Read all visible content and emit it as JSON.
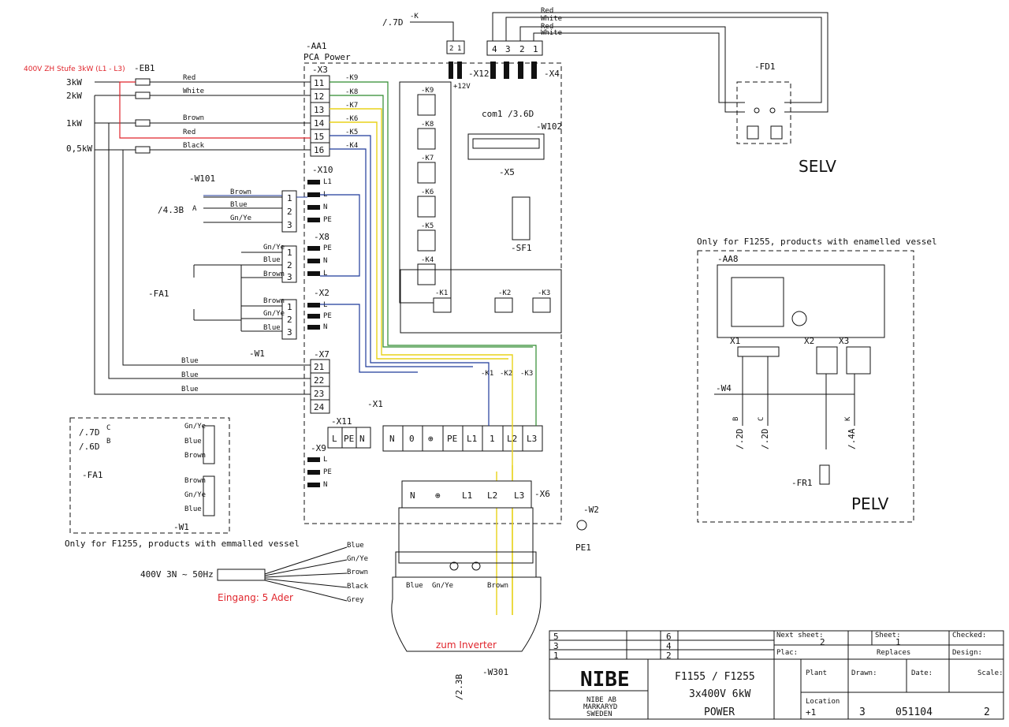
{
  "note_heater": "400V ZH Stufe 3kW (L1 - L3)",
  "note_input": "Eingang: 5 Ader",
  "note_inverter": "zum Inverter",
  "labels": {
    "ref_7D_top": "/.7D",
    "k_top": "-K",
    "x12": "-X12",
    "x4": "-X4",
    "x4_pins": [
      "4",
      "3",
      "2",
      "1"
    ],
    "x12_pins": [
      "2",
      "1"
    ],
    "selv_wires": [
      "Red",
      "White",
      "Red",
      "White"
    ],
    "aa1": "-AA1",
    "pca": "PCA Power",
    "x3": "-X3",
    "eb1": "-EB1",
    "eb1_taps": [
      "3kW",
      "2kW",
      "1kW",
      "0,5kW"
    ],
    "eb1_colors": [
      "Red",
      "White",
      "Brown",
      "Red",
      "Black"
    ],
    "x3_pins": [
      "11",
      "12",
      "13",
      "14",
      "15",
      "16"
    ],
    "relays": [
      "-K9",
      "-K8",
      "-K7",
      "-K6",
      "-K5",
      "-K4"
    ],
    "v12": "+12V",
    "com1": "com1 /3.6D",
    "w102": "-W102",
    "x5": "-X5",
    "sf1": "-SF1",
    "fd1": "-FD1",
    "selv": "SELV",
    "x10": "-X10",
    "w101": "-W101",
    "ref_4_3B": "/4.3B",
    "a": "A",
    "x10_colors": [
      "Brown",
      "Blue",
      "Gn/Ye"
    ],
    "x10_pins": [
      "L1",
      "L",
      "N",
      "PE"
    ],
    "x8": "-X8",
    "x8_colors": [
      "Gn/Ye",
      "Blue",
      "Brown"
    ],
    "x2": "-X2",
    "x2_colors": [
      "Brown",
      "Gn/Ye",
      "Blue"
    ],
    "fa1": "-FA1",
    "w1": "-W1",
    "x7": "-X7",
    "x7_pins": [
      "21",
      "22",
      "23",
      "24"
    ],
    "x7_colors": [
      "Blue",
      "Blue",
      "Blue"
    ],
    "x1": "-X1",
    "x1_pins": [
      "N",
      "0",
      "⊕",
      "PE",
      "L1",
      "1",
      "L2",
      "L3"
    ],
    "k_refs": [
      "-K1",
      "-K2",
      "-K3"
    ],
    "x11": "-X11",
    "x11_pins": [
      "L",
      "PE",
      "N"
    ],
    "x9": "-X9",
    "x9_pins": [
      "L",
      "PE",
      "N"
    ],
    "k1": "-K1",
    "k2": "-K2",
    "k3": "-K3",
    "x6": "-X6",
    "x6_pins": [
      "N",
      "⊕",
      "L1",
      "L2",
      "L3"
    ],
    "w2": "-W2",
    "pe1": "PE1",
    "fa1_lower": "-FA1",
    "ref_7D": "/.7D",
    "ref_6D": "/.6D",
    "c": "C",
    "b": "B",
    "fa1_lower_colors": [
      "Gn/Ye",
      "Blue",
      "Brown",
      "Brown",
      "Gn/Ye",
      "Blue"
    ],
    "w1_lower": "-W1",
    "note_emmalled": "Only for F1255, products with emmalled vessel",
    "supply": "400V 3N ~ 50Hz",
    "supply_colors": [
      "Blue",
      "Gn/Ye",
      "Brown",
      "Black",
      "Grey"
    ],
    "inv_colors": [
      "Blue",
      "Gn/Ye",
      "Brown"
    ],
    "w301": "-W301",
    "ref_2_3B": "/2.3B",
    "note_enamelled": "Only for F1255, products with enamelled vessel",
    "aa8": "-AA8",
    "aa8_x": [
      "X1",
      "X2",
      "X3"
    ],
    "w4": "-W4",
    "w4_refs": [
      "/.2D",
      "/.2D",
      "/.4A"
    ],
    "w4_letters": [
      "B",
      "C",
      "K"
    ],
    "fr1": "-FR1",
    "pelv": "PELV"
  },
  "title_block": {
    "rev_left": [
      "5",
      "3",
      "1"
    ],
    "rev_mid": [
      "6",
      "4",
      "2"
    ],
    "next_sheet_label": "Next sheet:",
    "next_sheet": "2",
    "sheet_label": "Sheet:",
    "sheet": "1",
    "checked_label": "Checked:",
    "plac_label": "Plac:",
    "replaces_label": "Replaces",
    "design_label": "Design:",
    "plant_label": "Plant",
    "drawn_label": "Drawn:",
    "date_label": "Date:",
    "scale_label": "Scale:",
    "brand": "NIBE",
    "company": [
      "NIBE AB",
      "MARKARYD",
      "SWEDEN"
    ],
    "model": "F1155 / F1255",
    "spec": "3x400V 6kW",
    "subject": "POWER",
    "location_label": "Location",
    "location": "+1",
    "drawing_a": "3",
    "drawing_no": "051104",
    "drawing_sheet": "2"
  },
  "colors": {
    "blue_wire": "#1f3a9a",
    "yellow_wire": "#e8d21a",
    "green_wire": "#2e8b2e",
    "red_mark": "#e0242b"
  }
}
